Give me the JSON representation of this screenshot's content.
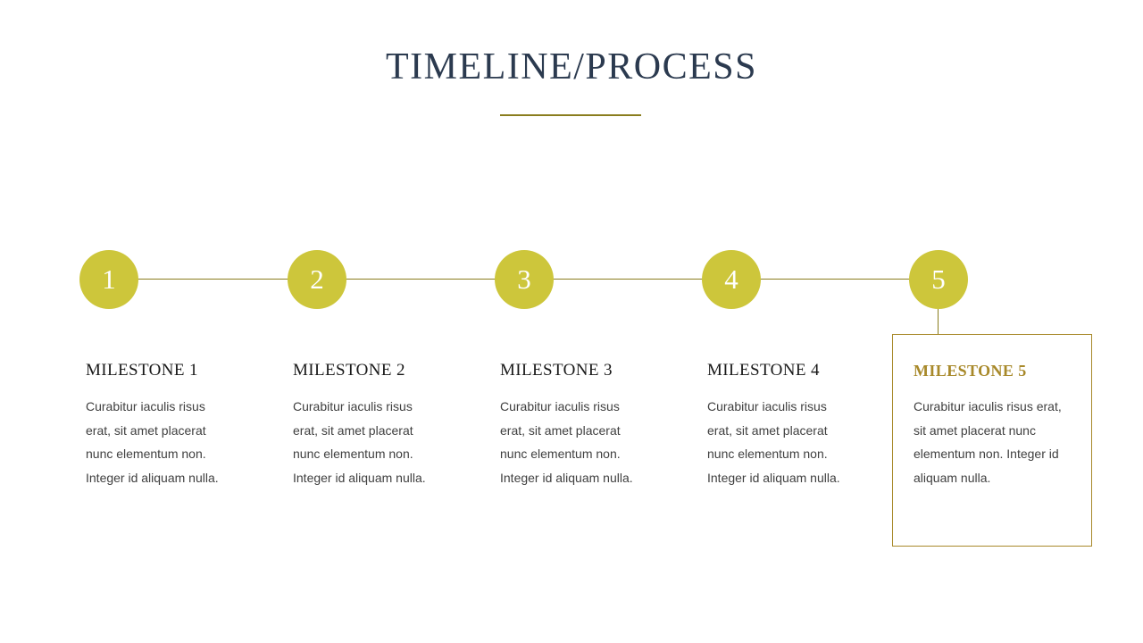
{
  "slide": {
    "title": "TIMELINE/PROCESS",
    "accent_gold": "#cdc63b",
    "accent_olive": "#8a7d1e",
    "accent_dark_gold": "#a8892a",
    "title_color": "#2b3a4f",
    "body_color": "#404040",
    "background": "#ffffff"
  },
  "timeline": {
    "nodes": [
      {
        "number": "1"
      },
      {
        "number": "2"
      },
      {
        "number": "3"
      },
      {
        "number": "4"
      },
      {
        "number": "5"
      }
    ]
  },
  "milestones": [
    {
      "heading": "MILESTONE 1",
      "body": "Curabitur iaculis risus erat, sit amet placerat nunc elementum non. Integer id aliquam nulla.",
      "highlighted": false
    },
    {
      "heading": "MILESTONE 2",
      "body": "Curabitur iaculis risus erat, sit amet placerat nunc elementum non. Integer id aliquam nulla.",
      "highlighted": false
    },
    {
      "heading": "MILESTONE 3",
      "body": "Curabitur iaculis risus erat, sit amet placerat nunc elementum non. Integer id aliquam nulla.",
      "highlighted": false
    },
    {
      "heading": "MILESTONE 4",
      "body": "Curabitur iaculis risus erat, sit amet placerat nunc elementum non. Integer id aliquam nulla.",
      "highlighted": false
    },
    {
      "heading": "MILESTONE 5",
      "body": "Curabitur iaculis risus erat, sit amet placerat nunc elementum non. Integer id aliquam nulla.",
      "highlighted": true
    }
  ]
}
